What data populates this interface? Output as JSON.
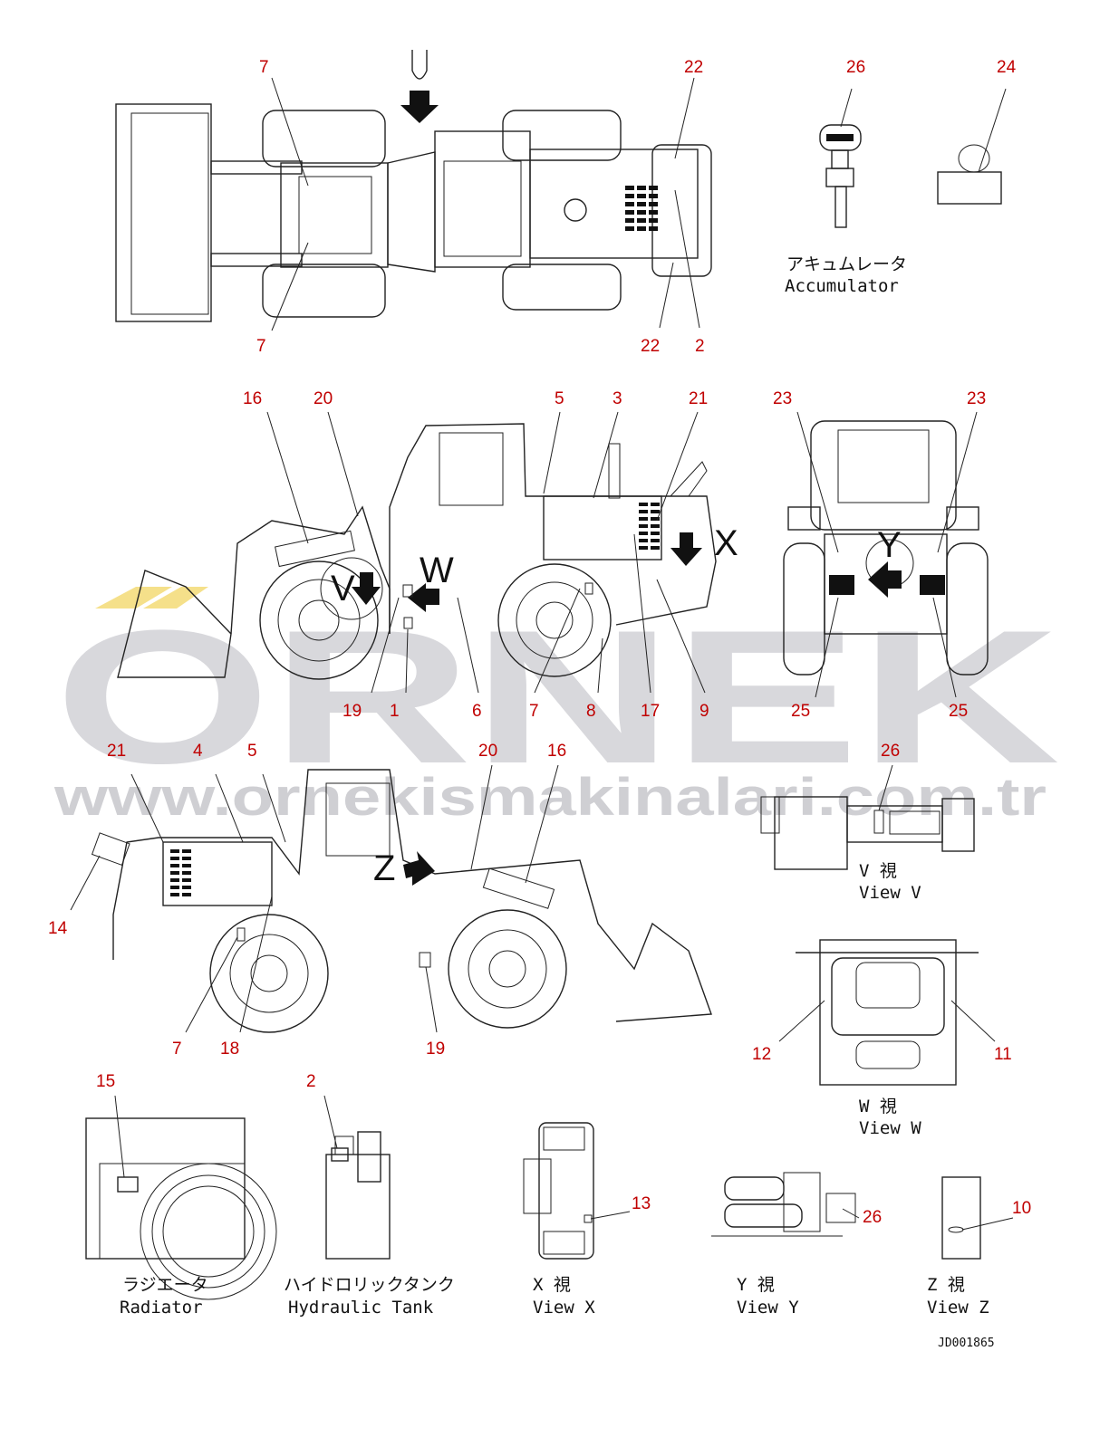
{
  "watermark": {
    "brand": "ORNEK",
    "url": "www.ornekismakinalari.com.tr",
    "brand_color": "#d8d8dc",
    "accent_color": "#f5e08a"
  },
  "diagram_code": "JD001865",
  "callout_color": "#c00000",
  "captions": {
    "accumulator_jp": "アキュムレータ",
    "accumulator_en": "Accumulator",
    "view_v_jp": "V 視",
    "view_v_en": "View V",
    "view_w_jp": "W 視",
    "view_w_en": "View W",
    "radiator_jp": "ラジエータ",
    "radiator_en": "Radiator",
    "hydraulic_jp": "ハイドロリックタンク",
    "hydraulic_en": "Hydraulic Tank",
    "view_x_jp": "X 視",
    "view_x_en": "View X",
    "view_y_jp": "Y 視",
    "view_y_en": "View Y",
    "view_z_jp": "Z 視",
    "view_z_en": "View Z"
  },
  "view_letters": {
    "u": "U",
    "v": "V",
    "w": "W",
    "x": "X",
    "y": "Y",
    "z": "Z"
  },
  "callouts": {
    "top": [
      "7",
      "22",
      "7",
      "22",
      "2",
      "26",
      "24"
    ],
    "side": [
      "16",
      "20",
      "5",
      "3",
      "21",
      "19",
      "1",
      "6",
      "7",
      "8",
      "17",
      "9"
    ],
    "front": [
      "23",
      "23",
      "25",
      "25"
    ],
    "lower": [
      "21",
      "4",
      "5",
      "20",
      "16",
      "14",
      "7",
      "18",
      "19"
    ],
    "view_v": [
      "26"
    ],
    "view_w": [
      "12",
      "11"
    ],
    "bottom": [
      "15",
      "2",
      "13",
      "26",
      "10"
    ]
  }
}
